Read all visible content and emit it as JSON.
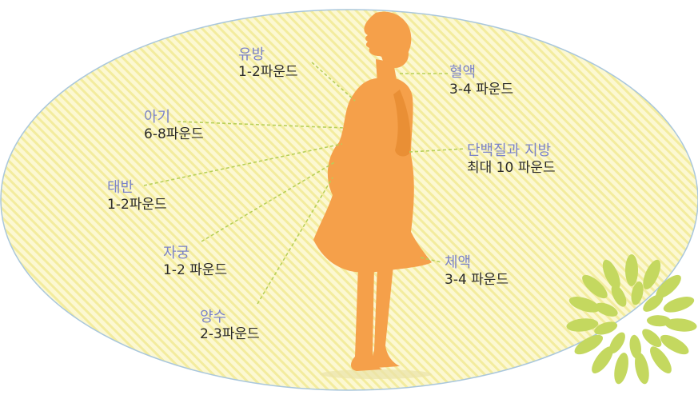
{
  "labels": {
    "breasts": {
      "name": "유방",
      "value": "1-2파운드"
    },
    "baby": {
      "name": "아기",
      "value": "6-8파운드"
    },
    "placenta": {
      "name": "태반",
      "value": "1-2파운드"
    },
    "uterus": {
      "name": "자궁",
      "value": "1-2 파운드"
    },
    "amniotic": {
      "name": "양수",
      "value": "2-3파운드"
    },
    "blood": {
      "name": "혈액",
      "value": "3-4 파운드"
    },
    "protein_fat": {
      "name": "단백질과 지방",
      "value": "최대 10 파운드"
    },
    "fluids": {
      "name": "체액",
      "value": "3-4 파운드"
    }
  },
  "colors": {
    "ellipse_fill": "#fbf6c6",
    "ellipse_stripe": "#f2eb9a",
    "ellipse_border": "#a9c7dd",
    "silhouette": "#f5a04a",
    "leader_line": "#b7cf5a",
    "label_name": "#7b83c9",
    "label_value": "#2a2a2a",
    "flower": "#c4d85f"
  }
}
